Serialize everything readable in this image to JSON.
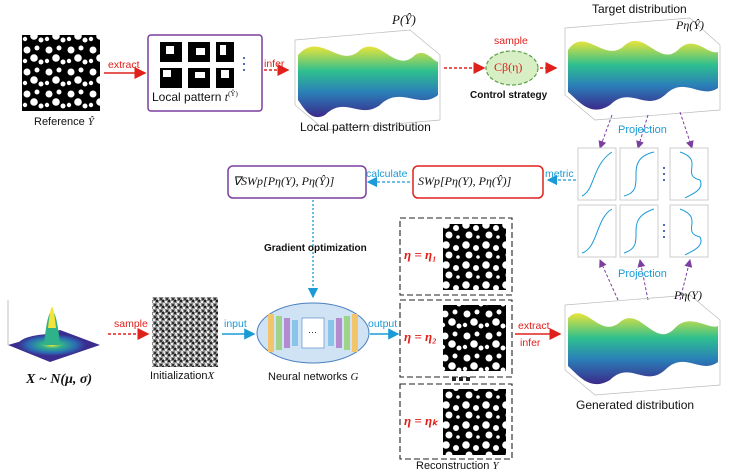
{
  "reference": {
    "label": "Reference",
    "symbol": "Ŷ"
  },
  "arrows": {
    "extract": "extract",
    "infer": "infer",
    "sample_top": "sample",
    "calculate": "calculate",
    "metric": "metric",
    "projection_top": "Projection",
    "projection_bottom": "Projection",
    "input": "input",
    "output": "output",
    "extract_bottom": "extract",
    "infer_bottom": "infer",
    "sample_left": "sample"
  },
  "local_pattern": {
    "label": "Local pattern",
    "symbol": "t",
    "superscript": "(Ŷ)"
  },
  "local_distribution": {
    "label": "Local pattern distribution",
    "formula": "P(Ŷ)"
  },
  "control": {
    "formula": "Cβ(η)",
    "label": "Control strategy"
  },
  "target": {
    "label": "Target distribution",
    "formula": "Pη(Ŷ)"
  },
  "gradient_box": {
    "formula": "∇SWp[Pη(Y), Pη(Ŷ)]"
  },
  "metric_box": {
    "formula": "SWp[Pη(Y), Pη(Ŷ)]"
  },
  "gradient_label": "Gradient optimization",
  "gaussian": {
    "formula": "X ~ N(μ, σ)"
  },
  "initialization": {
    "label": "Initialization",
    "symbol": "X"
  },
  "network": {
    "label": "Neural networks",
    "symbol": "G",
    "dots": "···"
  },
  "reconstructions": [
    {
      "eta": "η = η₁"
    },
    {
      "eta": "η = η₂"
    },
    {
      "eta": "η = ηₖ"
    }
  ],
  "reconstruction_label": {
    "label": "Reconstruction",
    "symbol": "Y"
  },
  "generated": {
    "label": "Generated distribution",
    "formula": "Pη(Y)"
  },
  "colors": {
    "red": "#e0201b",
    "blue": "#1a9bd7",
    "purple": "#7b3fa0",
    "green_fill": "#d8efc6",
    "green_stroke": "#5aa045"
  }
}
